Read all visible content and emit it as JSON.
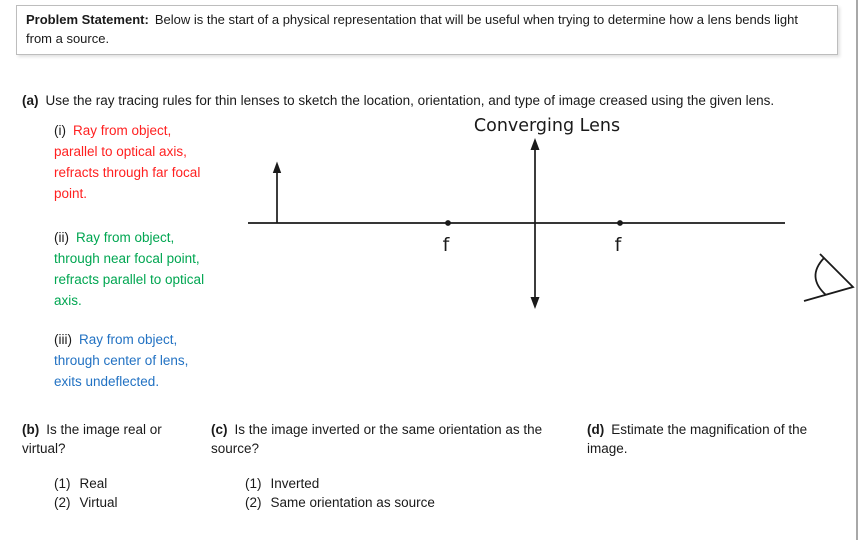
{
  "colors": {
    "ink": "#1a1a1a",
    "rule_red": "#ff1f1f",
    "rule_green": "#00a651",
    "rule_blue": "#2272c3",
    "box_border": "#bdbdbd"
  },
  "problem": {
    "label": "Problem Statement:",
    "text": "Below is the start of a physical representation that will be useful when trying to determine how a lens bends light\nfrom a source."
  },
  "part_a": {
    "label": "(a)",
    "text": "Use the ray tracing rules for thin lenses to sketch the location, orientation, and type of image creased using the given lens."
  },
  "rules": [
    {
      "label": "(i)",
      "color": "#ff1f1f",
      "text": "Ray from object,\nparallel to optical axis,\nrefracts through far focal\npoint."
    },
    {
      "label": "(ii)",
      "color": "#00a651",
      "text": "Ray from object,\nthrough near focal point,\nrefracts parallel to optical\naxis."
    },
    {
      "label": "(iii)",
      "color": "#2272c3",
      "text": "Ray from object,\nthrough center of lens,\nexits undeflected."
    }
  ],
  "diagram": {
    "title": "Converging Lens",
    "focal_left_label": "f",
    "focal_right_label": "f"
  },
  "part_b": {
    "label": "(b)",
    "text": "Is the image real or\nvirtual?",
    "options": [
      {
        "num": "(1)",
        "text": "Real"
      },
      {
        "num": "(2)",
        "text": "Virtual"
      }
    ]
  },
  "part_c": {
    "label": "(c)",
    "text": "Is the image inverted or the same orientation as the\nsource?",
    "options": [
      {
        "num": "(1)",
        "text": "Inverted"
      },
      {
        "num": "(2)",
        "text": "Same orientation as source"
      }
    ]
  },
  "part_d": {
    "label": "(d)",
    "text": "Estimate the magnification of the\nimage."
  }
}
